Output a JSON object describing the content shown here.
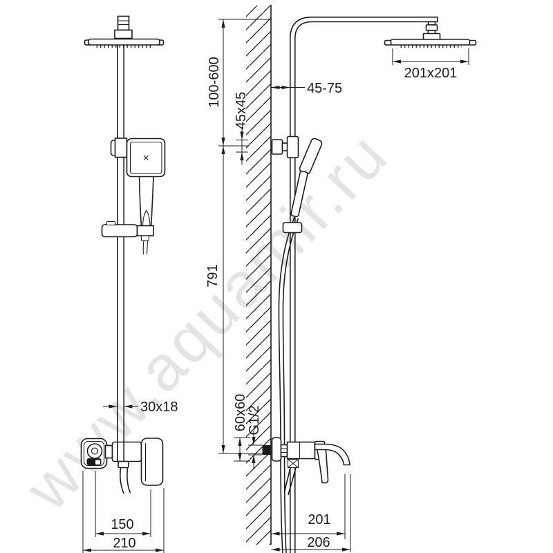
{
  "watermark": "www.aquamir.ru",
  "dimensions": {
    "overhead_arm_height": "100-600",
    "riser_wall_distance": "45-75",
    "wall_bracket_size": "45x45",
    "rain_head_size": "201x201",
    "riser_length": "791",
    "riser_profile": "30x18",
    "escutcheon_size": "60x60",
    "inlet_thread": "G1/2",
    "inlet_centers": "150",
    "mixer_width": "210",
    "spout_reach": "201",
    "spout_total_reach": "206"
  },
  "colors": {
    "line": "#1c1c1c",
    "watermark": "#e4e4e4",
    "background": "#ffffff"
  }
}
